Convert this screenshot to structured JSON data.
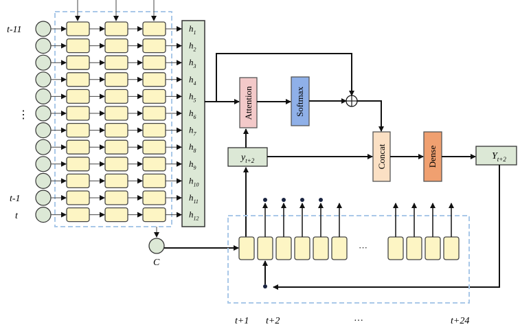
{
  "encoder": {
    "input_labels": {
      "first": "t-11",
      "dots": "⋮",
      "second_last": "t-1",
      "last": "t"
    },
    "hidden_states": [
      "1",
      "2",
      "3",
      "4",
      "5",
      "6",
      "7",
      "8",
      "9",
      "10",
      "11",
      "12"
    ],
    "hidden_symbol": "h",
    "context_label": "C",
    "rows": 12,
    "layers": 3
  },
  "blocks": {
    "attention": "Attention",
    "softmax": "Softmax",
    "concat": "Concat",
    "dense": "Dense"
  },
  "decoder_input": {
    "symbol": "y",
    "sub": "t+2"
  },
  "output": {
    "symbol": "Y",
    "sub": "t+2"
  },
  "decoder": {
    "ellipsis": "···",
    "time_labels": {
      "first": "t+1",
      "second": "t+2",
      "dots": "···",
      "last": "t+24"
    }
  },
  "colors": {
    "cell": "#fdf5c4",
    "input_circle": "#dce8d6",
    "hidden_box": "#dce8d6",
    "attention": "#f3c9c9",
    "softmax": "#8fb0e8",
    "concat": "#fbe0c4",
    "dense": "#f0a070",
    "dashed_box": "#a9c8e8"
  }
}
